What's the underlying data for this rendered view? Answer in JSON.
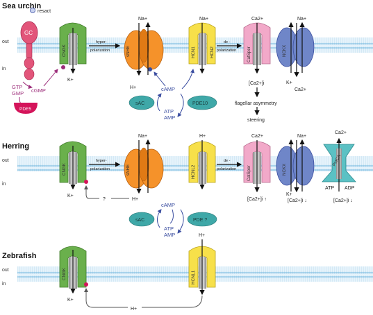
{
  "sections": {
    "sea_urchin": "Sea urchin",
    "herring": "Herring",
    "zebrafish": "Zebrafish"
  },
  "membrane_sides": {
    "out": "out",
    "in": "in"
  },
  "sea_urchin": {
    "resact": "resact",
    "gc": "GC",
    "gtp": "GTP",
    "gmp": "GMP",
    "cgmp": "cGMP",
    "pde5": "PDE5",
    "cngk": "CNGK",
    "k_out": "K+",
    "hyperpolarization": [
      "hyper-",
      "polarization"
    ],
    "snhe": "sNHE",
    "na": "Na+",
    "h": "H+",
    "camp": "cAMP",
    "sac": "sAC",
    "pde10": "PDE10",
    "atp": "ATP",
    "amp": "AMP",
    "hcn1": "HCN1",
    "hcn2": "HCN2",
    "na2": "Na+",
    "depolarization": [
      "de -",
      "polarization"
    ],
    "catsper": "CatSper",
    "ca": "Ca2+",
    "ncky": "NCKX",
    "na3": "Na+",
    "k2": "K+",
    "ca2": "Ca2+",
    "cai": "[Ca2+]i",
    "flagellar": "flagellar asymmetry",
    "steering": "steering"
  },
  "herring": {
    "cngk": "CNGK",
    "k": "K+",
    "hyperpolarization": [
      "hyper-",
      "polarization"
    ],
    "snhe": "sNHE",
    "na": "Na+",
    "h": "H+",
    "question": "?",
    "camp": "cAMP",
    "sac": "sAC",
    "pde": "PDE ?",
    "atp": "ATP",
    "amp": "AMP",
    "hcnl2": "HCNL2",
    "h_top": "H+",
    "depolarization": [
      "de -",
      "polarization"
    ],
    "catsper": "CatSper",
    "ca": "Ca2+",
    "cai_up": "[Ca2+]i ↑",
    "ncky": "NCKX",
    "na2": "Na+",
    "k2": "K+",
    "cai_down": "[Ca2+]i ↓",
    "pmca": "PMCA",
    "ca3": "Ca2+",
    "atp2": "ATP",
    "adp": "ADP",
    "cai_down2": "[Ca2+]i ↓"
  },
  "zebrafish": {
    "cngk": "CNGK",
    "k": "K+",
    "hcnl1": "HCNL1",
    "h_top": "H+",
    "h_bottom": "H+"
  },
  "colors": {
    "cngk": "#6ab04c",
    "snhe": "#f5922a",
    "hcn": "#f7e04a",
    "catsper": "#f2a9c9",
    "ncky": "#6f86c8",
    "pmca": "#5bc1c4",
    "gc": "#e2557a",
    "pde5": "#d4145a",
    "enzyme": "#3fa8a8",
    "membrane": "#bfe0f3"
  }
}
